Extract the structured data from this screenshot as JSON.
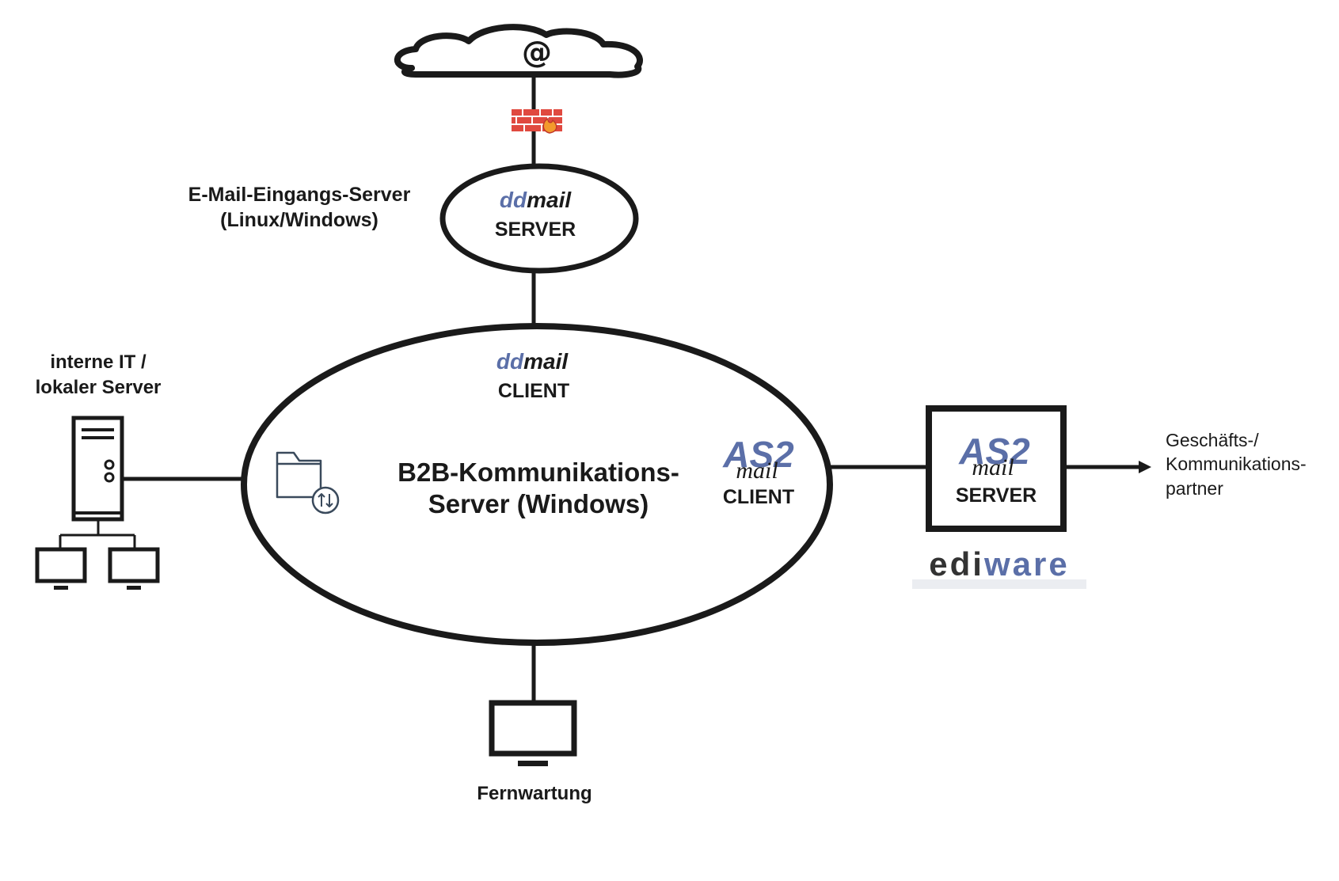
{
  "internet_cloud": {
    "symbol": "@"
  },
  "mail_server": {
    "caption_line1": "E-Mail-Eingangs-Server",
    "caption_line2": "(Linux/Windows)",
    "brand_dd": "dd",
    "brand_mail": "mail",
    "role": "SERVER"
  },
  "b2b_server": {
    "ddimail_dd": "dd",
    "ddimail_mail": "mail",
    "ddimail_role": "CLIENT",
    "title_line1": "B2B-Kommunikations-",
    "title_line2": "Server (Windows)",
    "as2_text": "AS2",
    "as2_mail": "mail",
    "as2_role": "CLIENT"
  },
  "internal_it": {
    "label_line1": "interne IT /",
    "label_line2": "lokaler Server"
  },
  "as2_server": {
    "as2_text": "AS2",
    "as2_mail": "mail",
    "role": "SERVER",
    "vendor_edi": "edi",
    "vendor_ware": "ware"
  },
  "partner": {
    "line1": "Geschäfts-/",
    "line2": "Kommunikations-",
    "line3": "partner"
  },
  "remote": {
    "label": "Fernwartung"
  },
  "colors": {
    "stroke": "#1a1a1a",
    "brand_blue": "#5b6fa8",
    "firewall_red": "#e0493f",
    "ediware_grey": "#333333"
  }
}
